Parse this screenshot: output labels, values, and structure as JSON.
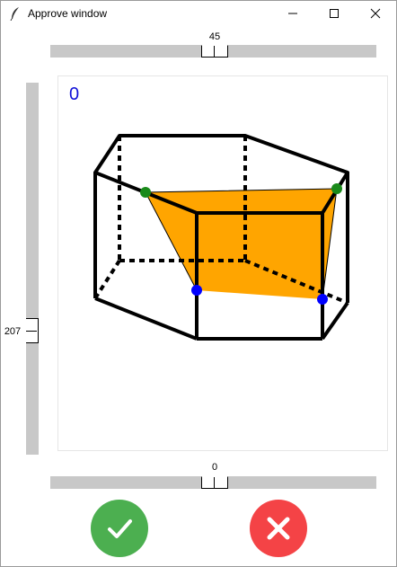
{
  "window": {
    "title": "Approve window"
  },
  "sliders": {
    "top": {
      "value": "45",
      "position": 0.5
    },
    "left": {
      "value": "207",
      "position": 0.64
    },
    "bottom": {
      "value": "0",
      "position": 0.5
    }
  },
  "canvas": {
    "counter": "0"
  },
  "colors": {
    "fill": "#ffa500",
    "green_point": "#1a8a1a",
    "blue_point": "#0000ff",
    "approve": "#4caf50",
    "reject": "#f44346",
    "counter_text": "#1212d8"
  },
  "icons": {
    "title": "feather-icon",
    "minimize": "minimize-icon",
    "maximize": "maximize-icon",
    "close": "close-icon",
    "approve": "checkmark-icon",
    "reject": "x-icon"
  }
}
